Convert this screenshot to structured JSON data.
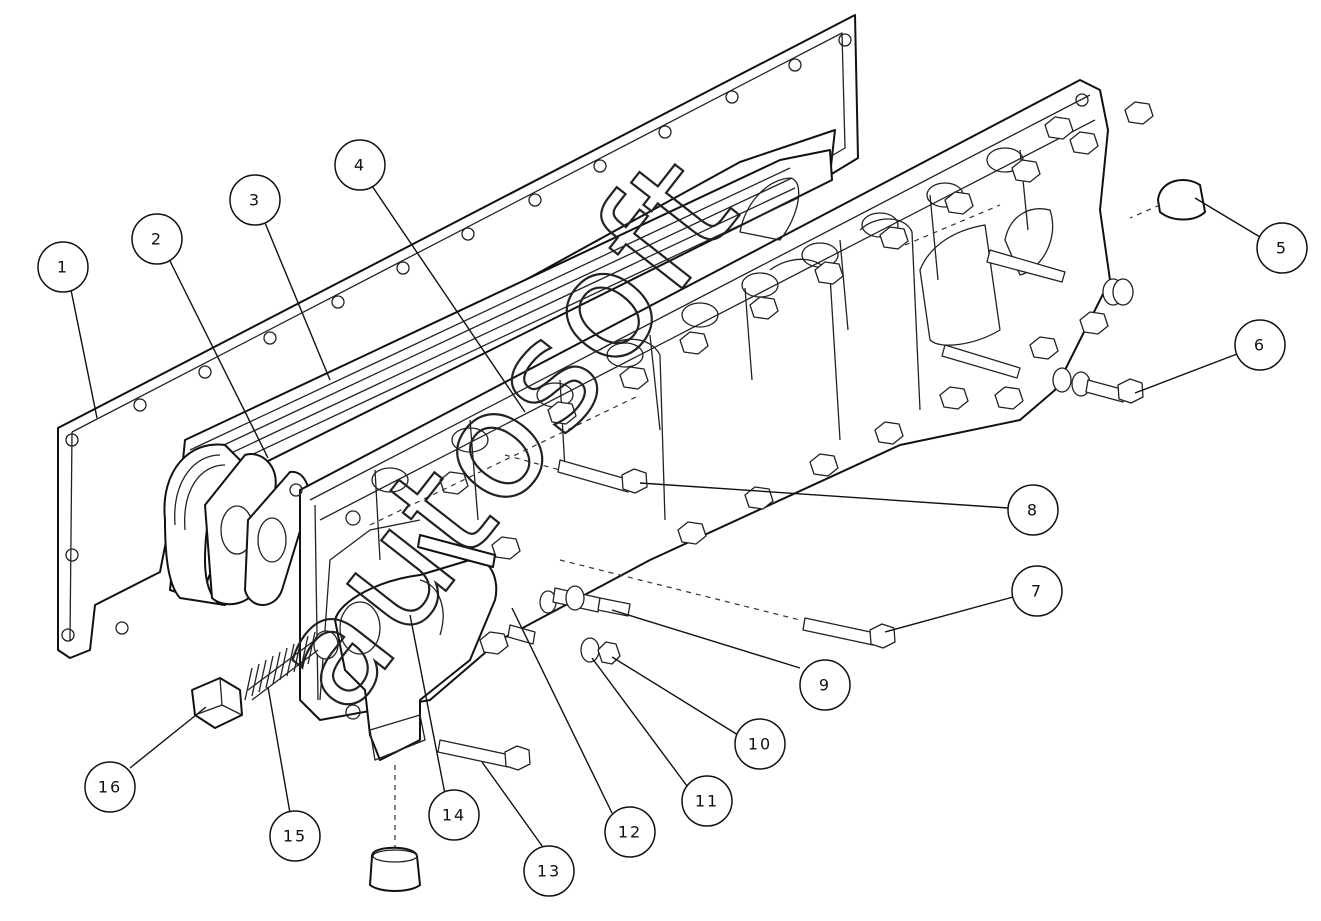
{
  "callouts": [
    {
      "id": "1",
      "label": "1"
    },
    {
      "id": "2",
      "label": "2"
    },
    {
      "id": "3",
      "label": "3"
    },
    {
      "id": "4",
      "label": "4"
    },
    {
      "id": "5",
      "label": "5"
    },
    {
      "id": "6",
      "label": "6"
    },
    {
      "id": "7",
      "label": "7"
    },
    {
      "id": "8",
      "label": "8"
    },
    {
      "id": "9",
      "label": "9"
    },
    {
      "id": "10",
      "label": "10"
    },
    {
      "id": "11",
      "label": "11"
    },
    {
      "id": "12",
      "label": "12"
    },
    {
      "id": "13",
      "label": "13"
    },
    {
      "id": "14",
      "label": "14"
    },
    {
      "id": "15",
      "label": "15"
    },
    {
      "id": "16",
      "label": "16"
    }
  ],
  "watermark": "autosoft"
}
